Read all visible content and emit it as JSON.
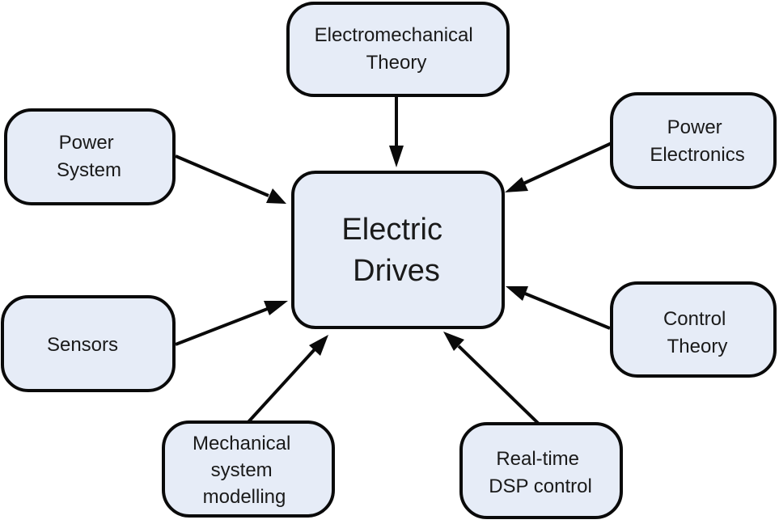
{
  "center": {
    "lines": [
      "Electric",
      "Drives"
    ]
  },
  "nodes": {
    "electromechanical_theory": {
      "lines": [
        "Electromechanical",
        "Theory"
      ]
    },
    "power_system": {
      "lines": [
        "Power",
        "System"
      ]
    },
    "power_electronics": {
      "lines": [
        "Power",
        "Electronics"
      ]
    },
    "sensors": {
      "lines": [
        "Sensors"
      ]
    },
    "control_theory": {
      "lines": [
        "Control",
        "Theory"
      ]
    },
    "mechanical_system_modelling": {
      "lines": [
        "Mechanical",
        "system",
        "modelling"
      ]
    },
    "realtime_dsp_control": {
      "lines": [
        "Real-time",
        "DSP control"
      ]
    }
  },
  "colors": {
    "box_fill": "#e6ecf7",
    "box_stroke": "#0a0a0a",
    "text": "#1a1a1a",
    "arrow": "#0a0a0a"
  }
}
